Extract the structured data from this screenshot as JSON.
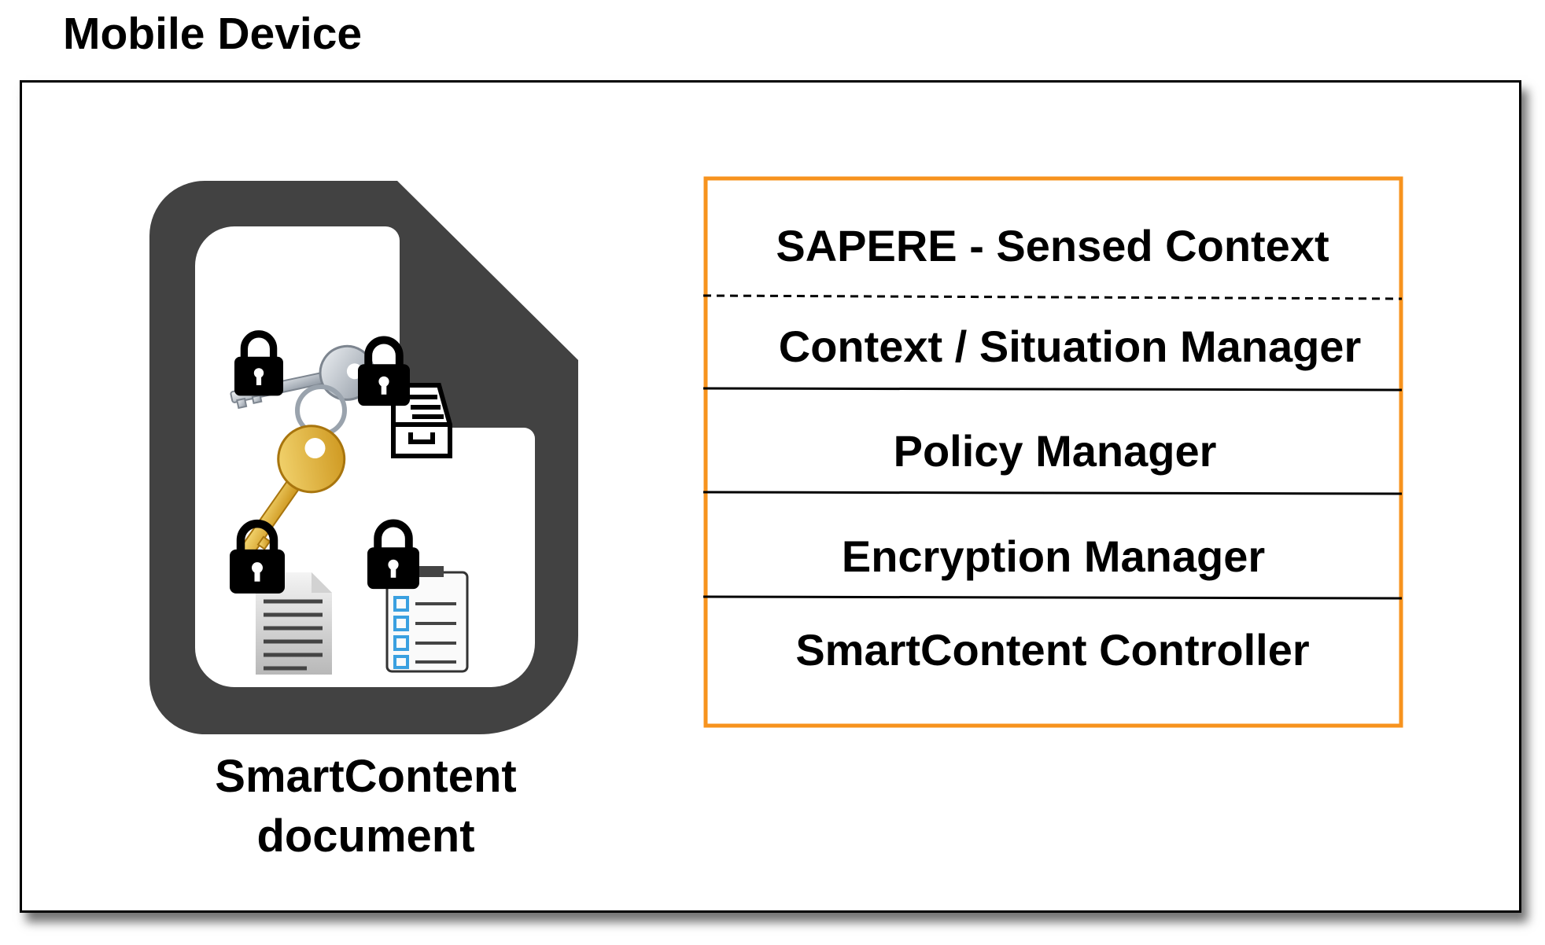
{
  "title": "Mobile Device",
  "document": {
    "caption_line1": "SmartContent",
    "caption_line2": "document"
  },
  "stack": {
    "border_color": "#f7931e",
    "layers": [
      "SAPERE - Sensed Context",
      "Context / Situation Manager",
      "Policy Manager",
      "Encryption Manager",
      "SmartContent Controller"
    ]
  },
  "icons": [
    "document-icon",
    "lock-icon",
    "keys-icon",
    "inbox-tray-icon",
    "text-file-icon",
    "checklist-icon"
  ],
  "colors": {
    "document_outline": "#424242",
    "key_gold": "#e9b43a",
    "key_silver": "#b9c0c8",
    "checklist_blue": "#3aa0e0"
  }
}
